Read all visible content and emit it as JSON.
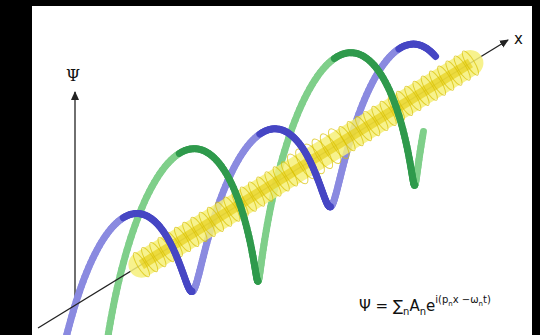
{
  "diagram": {
    "labels": [
      "Ψ",
      "x",
      "Ψ = ∑",
      "n",
      "A",
      "n",
      "e",
      "i(p",
      "n",
      "x −ω",
      "n",
      "t)"
    ]
  }
}
